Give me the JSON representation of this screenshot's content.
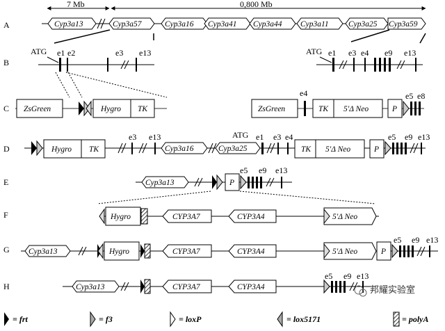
{
  "rows": {
    "A": "A",
    "B": "B",
    "C": "C",
    "D": "D",
    "E": "E",
    "F": "F",
    "G": "G",
    "H": "H"
  },
  "scale": {
    "left": "7 Mb",
    "right": "0,800 Mb"
  },
  "rowA": {
    "g1": "Cyp3a13",
    "g2": "Cyp3a57",
    "g3": "Cyp3a16",
    "g4": "Cyp3a41",
    "g5": "Cyp3a44",
    "g6": "Cyp3a11",
    "g7": "Cyp3a25",
    "g8": "Cyp3a59"
  },
  "rowB": {
    "atg_l": "ATG",
    "e1_l": "e1",
    "e2_l": "e2",
    "e3_l": "e3",
    "e13_l": "e13",
    "atg_r": "ATG",
    "e1_r": "e1",
    "e3_r": "e3",
    "e4_r": "e4",
    "e9_r": "e9",
    "e13_r": "e13"
  },
  "rowC": {
    "zs1": "ZsGreen",
    "hygro": "Hygro",
    "tk1": "TK",
    "zs2": "ZsGreen",
    "e4": "e4",
    "tk2": "TK",
    "neo": "5'Δ Neo",
    "p": "P",
    "e5": "e5",
    "e8": "e8"
  },
  "rowD": {
    "hygro": "Hygro",
    "tk1": "TK",
    "e3": "e3",
    "e13": "e13",
    "g16": "Cyp3a16",
    "g25": "Cyp3a25",
    "atg": "ATG",
    "e1": "e1",
    "e3b": "e3",
    "e4": "e4",
    "tk2": "TK",
    "neo": "5'Δ Neo",
    "p": "P",
    "e5": "e5",
    "e9": "e9",
    "e13b": "e13"
  },
  "rowE": {
    "g13": "Cyp3a13",
    "p": "P",
    "e5": "e5",
    "e9": "e9",
    "e13": "e13"
  },
  "rowF": {
    "hygro": "Hygro",
    "c7": "CYP3A7",
    "c4": "CYP3A4",
    "neo": "5'Δ Neo"
  },
  "rowG": {
    "g13": "Cyp3a13",
    "hygro": "Hygro",
    "c7": "CYP3A7",
    "c4": "CYP3A4",
    "neo": "5'Δ Neo",
    "p": "P",
    "e5": "e5",
    "e9": "e9",
    "e13": "e13"
  },
  "rowH": {
    "g13": "Cyp3a13",
    "c7": "CYP3A7",
    "c4": "CYP3A4",
    "e5": "e5",
    "e9": "e9",
    "e13": "e13"
  },
  "legend": {
    "frt": "= frt",
    "f3": "= f3",
    "loxp": "= loxP",
    "lox5171": "= lox5171",
    "polya": "= polyA"
  },
  "watermark": "邦耀实验室"
}
